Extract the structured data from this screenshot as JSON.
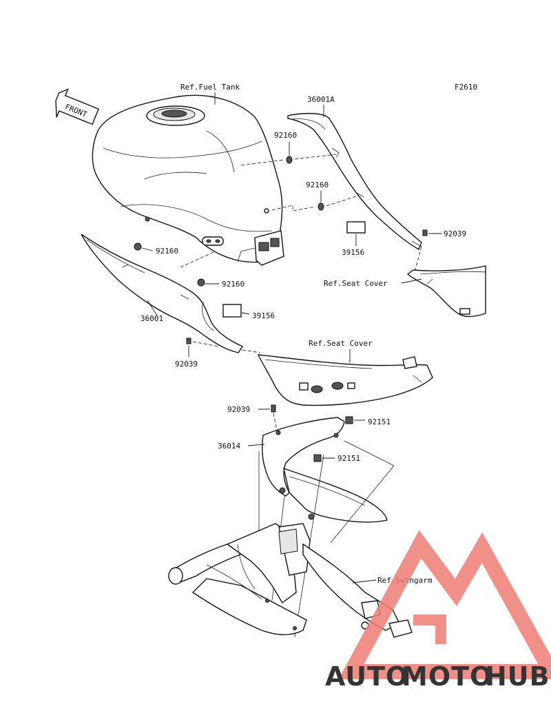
{
  "figure_code": "F2610",
  "front_arrow_text": "FRONT",
  "labels": {
    "ref_fuel_tank": "Ref.Fuel Tank",
    "ref_seat_cover_upper": "Ref.Seat Cover",
    "ref_seat_cover_lower": "Ref.Seat Cover",
    "ref_swingarm": "Ref.Swingarm",
    "part_36001A": "36001A",
    "part_36001": "36001",
    "part_36014": "36014",
    "part_92160_a": "92160",
    "part_92160_b": "92160",
    "part_92160_c": "92160",
    "part_92160_d": "92160",
    "part_92039_a": "92039",
    "part_92039_b": "92039",
    "part_92039_c": "92039",
    "part_39156_a": "39156",
    "part_39156_b": "39156",
    "part_92151_a": "92151",
    "part_92151_b": "92151"
  },
  "watermark": {
    "part1": "AUTO",
    "part2": "MOTO",
    "part3": "HUB",
    "colors": {
      "auto": "#f5b041",
      "moto": "#f08a80",
      "hub": "#6e6e6e",
      "triangle": "#ef7d74"
    }
  }
}
